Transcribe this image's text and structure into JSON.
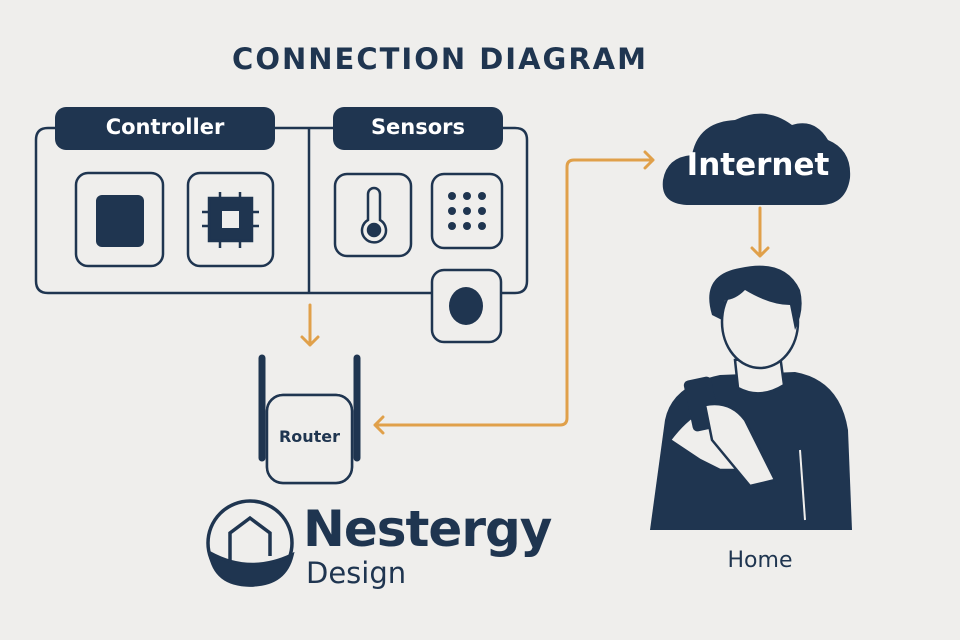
{
  "title": "CONNECTION DIAGRAM",
  "groups": {
    "controller": "Controller",
    "sensors": "Sensors"
  },
  "router": "Router",
  "internet": "Internet",
  "home": "Home",
  "logo": {
    "name": "Nestergy",
    "subtitle": "Design"
  },
  "colors": {
    "navy": "#1f3550",
    "accent": "#e0a04a",
    "background": "#efeeec"
  }
}
